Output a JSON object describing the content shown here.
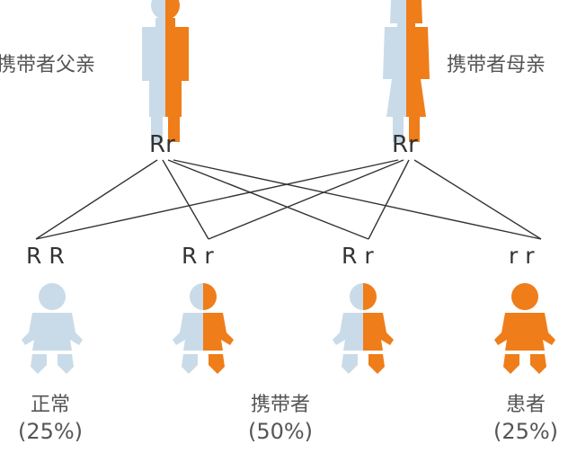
{
  "colors": {
    "normal": "#c9dbe8",
    "affected": "#ef7d1a",
    "line": "#333333",
    "text": "#555555"
  },
  "parents": {
    "father": {
      "label": "携带者父亲",
      "genotype": "Rr",
      "icon": "carrier-father-icon",
      "status": "carrier"
    },
    "mother": {
      "label": "携带者母亲",
      "genotype": "Rr",
      "icon": "carrier-mother-icon",
      "status": "carrier"
    }
  },
  "children": [
    {
      "genotype": "R R",
      "status": "normal",
      "icon": "normal-baby-icon"
    },
    {
      "genotype": "R r",
      "status": "carrier",
      "icon": "carrier-baby-icon"
    },
    {
      "genotype": "R r",
      "status": "carrier",
      "icon": "carrier-baby-icon"
    },
    {
      "genotype": "r r",
      "status": "affected",
      "icon": "affected-baby-icon"
    }
  ],
  "groups": [
    {
      "name": "正常",
      "percent": "(25%)"
    },
    {
      "name": "携带者",
      "percent": "(50%)"
    },
    {
      "name": "患者",
      "percent": "(25%)"
    }
  ]
}
